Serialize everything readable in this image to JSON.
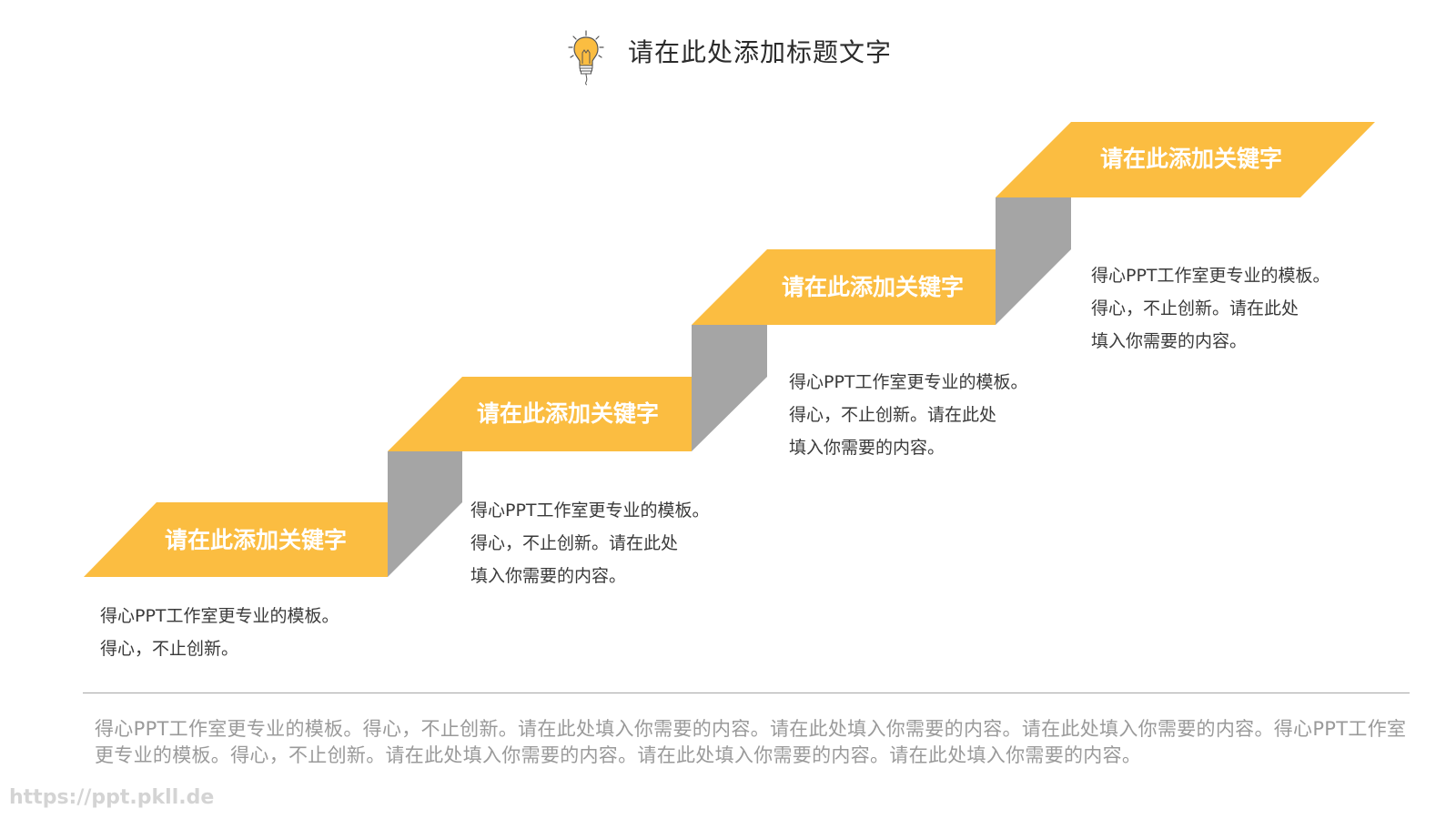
{
  "header": {
    "title": "请在此处添加标题文字",
    "icon": "lightbulb-icon"
  },
  "colors": {
    "accent": "#FBBD41",
    "riser": "#A5A5A5",
    "text": "#3A3A3A",
    "muted": "#9A9A9A"
  },
  "steps": [
    {
      "label": "请在此添加关键字",
      "lines": [
        "得心PPT工作室更专业的模板。",
        "得心，不止创新。"
      ]
    },
    {
      "label": "请在此添加关键字",
      "lines": [
        "得心PPT工作室更专业的模板。",
        "得心，不止创新。请在此处",
        "填入你需要的内容。"
      ]
    },
    {
      "label": "请在此添加关键字",
      "lines": [
        "得心PPT工作室更专业的模板。",
        "得心，不止创新。请在此处",
        "填入你需要的内容。"
      ]
    },
    {
      "label": "请在此添加关键字",
      "lines": [
        "得心PPT工作室更专业的模板。",
        "得心，不止创新。请在此处",
        "填入你需要的内容。"
      ]
    }
  ],
  "footer": {
    "text": "得心PPT工作室更专业的模板。得心，不止创新。请在此处填入你需要的内容。请在此处填入你需要的内容。请在此处填入你需要的内容。得心PPT工作室更专业的模板。得心，不止创新。请在此处填入你需要的内容。请在此处填入你需要的内容。请在此处填入你需要的内容。"
  },
  "watermark": "https://ppt.pkll.de"
}
